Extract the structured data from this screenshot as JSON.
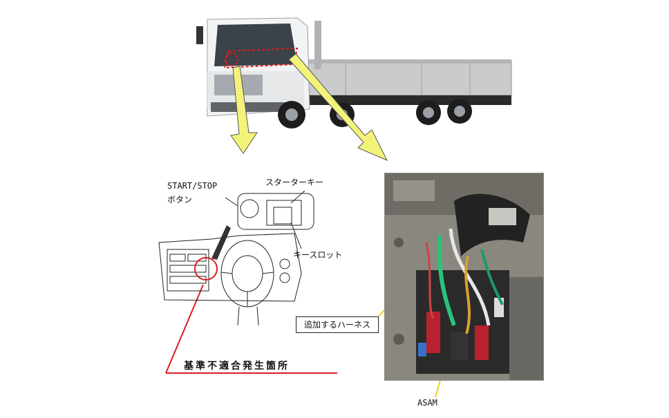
{
  "labels": {
    "start_stop": "START/STOP",
    "start_stop_button": "ボタン",
    "starter_key": "スターターキー",
    "key_slot": "キースロット",
    "nonconformity_location": "基準不適合発生箇所",
    "added_harness": "追加するハーネス",
    "asam": "ASAM"
  },
  "colors": {
    "highlight_red": "#d91e1e",
    "arrow_yellow": "#f3f37a",
    "callout_yellow": "#f2d21a"
  },
  "icons": [
    "truck",
    "dashboard-line-drawing",
    "harness-photo"
  ]
}
